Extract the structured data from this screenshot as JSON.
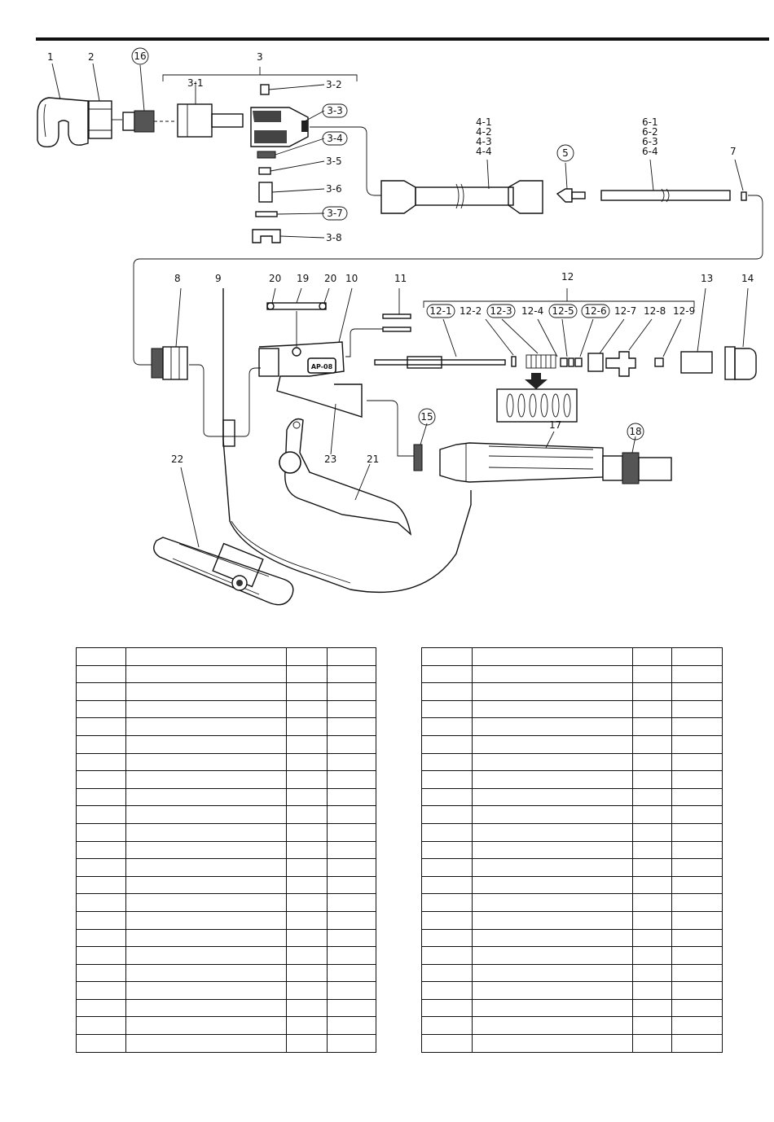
{
  "callouts": {
    "c1": "1",
    "c2": "2",
    "c16": "16",
    "c3": "3",
    "c3_1": "3-1",
    "c3_2": "3-2",
    "c3_3": "3-3",
    "c3_4": "3-4",
    "c3_5": "3-5",
    "c3_6": "3-6",
    "c3_7": "3-7",
    "c3_8": "3-8",
    "c4_1": "4-1",
    "c4_2": "4-2",
    "c4_3": "4-3",
    "c4_4": "4-4",
    "c5": "5",
    "c6_1": "6-1",
    "c6_2": "6-2",
    "c6_3": "6-3",
    "c6_4": "6-4",
    "c7": "7",
    "c8": "8",
    "c9": "9",
    "c20a": "20",
    "c19": "19",
    "c20b": "20",
    "c10": "10",
    "c11": "11",
    "c12": "12",
    "c12_1": "12-1",
    "c12_2": "12-2",
    "c12_3": "12-3",
    "c12_4": "12-4",
    "c12_5": "12-5",
    "c12_6": "12-6",
    "c12_7": "12-7",
    "c12_8": "12-8",
    "c12_9": "12-9",
    "c13": "13",
    "c14": "14",
    "c15": "15",
    "c17": "17",
    "c18": "18",
    "c21": "21",
    "c22": "22",
    "c23": "23"
  },
  "nameplate": "AP-08",
  "parts_tables": {
    "left": {
      "rows": 23,
      "cols": 4
    },
    "right": {
      "rows": 23,
      "cols": 4
    }
  }
}
